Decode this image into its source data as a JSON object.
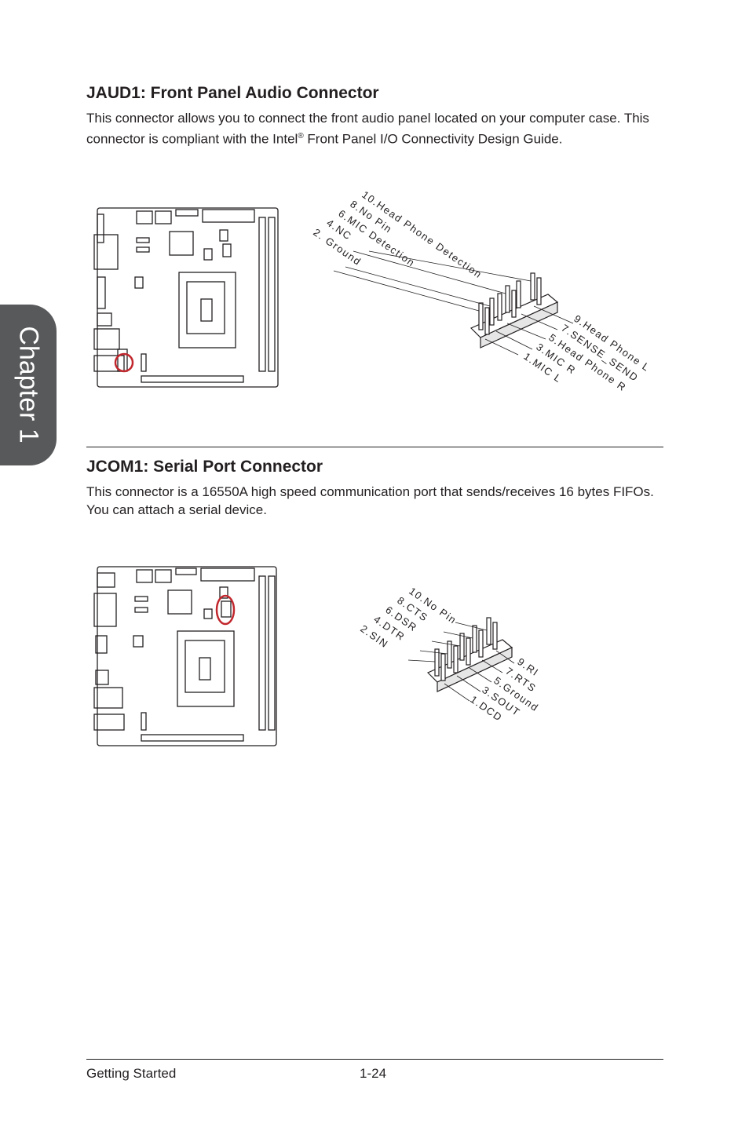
{
  "chapter_tab": "Chapter 1",
  "sections": [
    {
      "title": "JAUD1: Front Panel Audio Connector",
      "body_before": "This connector allows you to connect the front audio panel located on your computer case. This connector is compliant with the Intel",
      "body_sup": "®",
      "body_after": " Front Panel I/O Connectivity Design Guide.",
      "pins_top": [
        "10.Head Phone Detection",
        "8.No Pin",
        "6.MIC Detection",
        "4.NC",
        "2. Ground"
      ],
      "pins_bottom": [
        "9.Head Phone L",
        "7.SENSE_SEND",
        "5.Head Phone R",
        "3.MIC R",
        "1.MIC L"
      ]
    },
    {
      "title": "JCOM1: Serial Port Connector",
      "body": "This connector is a 16550A high speed communication port that sends/receives 16 bytes FIFOs. You can attach a serial device.",
      "pins_top": [
        "10.No Pin",
        "8.CTS",
        "6.DSR",
        "4.DTR",
        "2.SIN"
      ],
      "pins_bottom": [
        "9.RI",
        "7.RTS",
        "5.Ground",
        "3.SOUT",
        "1.DCD"
      ]
    }
  ],
  "footer": {
    "left": "Getting Started",
    "page": "1-24"
  },
  "colors": {
    "tab": "#58595b",
    "highlight": "#c1272d"
  }
}
